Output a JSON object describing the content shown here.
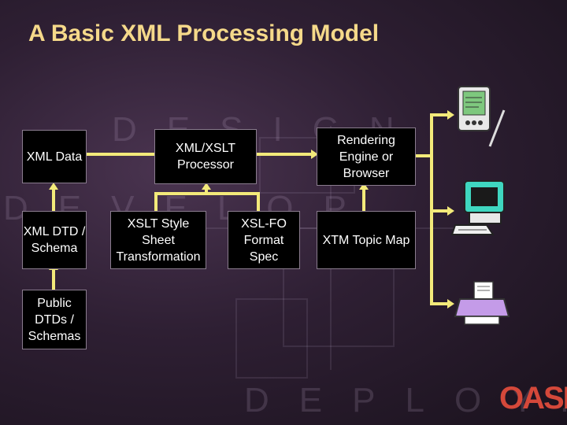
{
  "title": "A Basic XML Processing Model",
  "boxes": {
    "xml_data": "XML Data",
    "processor": "XML/XSLT Processor",
    "rendering": "Rendering Engine or Browser",
    "dtd_schema": "XML DTD / Schema",
    "xslt": "XSLT Style Sheet Transformation",
    "xslfo": "XSL-FO Format Spec",
    "xtm": "XTM Topic Map",
    "public_dtds": "Public DTDs / Schemas"
  },
  "background_words": [
    "DESIGN",
    "DEVELOP",
    "DEPLOY."
  ],
  "logo": "OASIS",
  "colors": {
    "title": "#f5d98a",
    "connector": "#f3ea7a",
    "box": "#000000"
  },
  "icons": [
    "pda-icon",
    "desktop-computer-icon",
    "printer-icon"
  ]
}
